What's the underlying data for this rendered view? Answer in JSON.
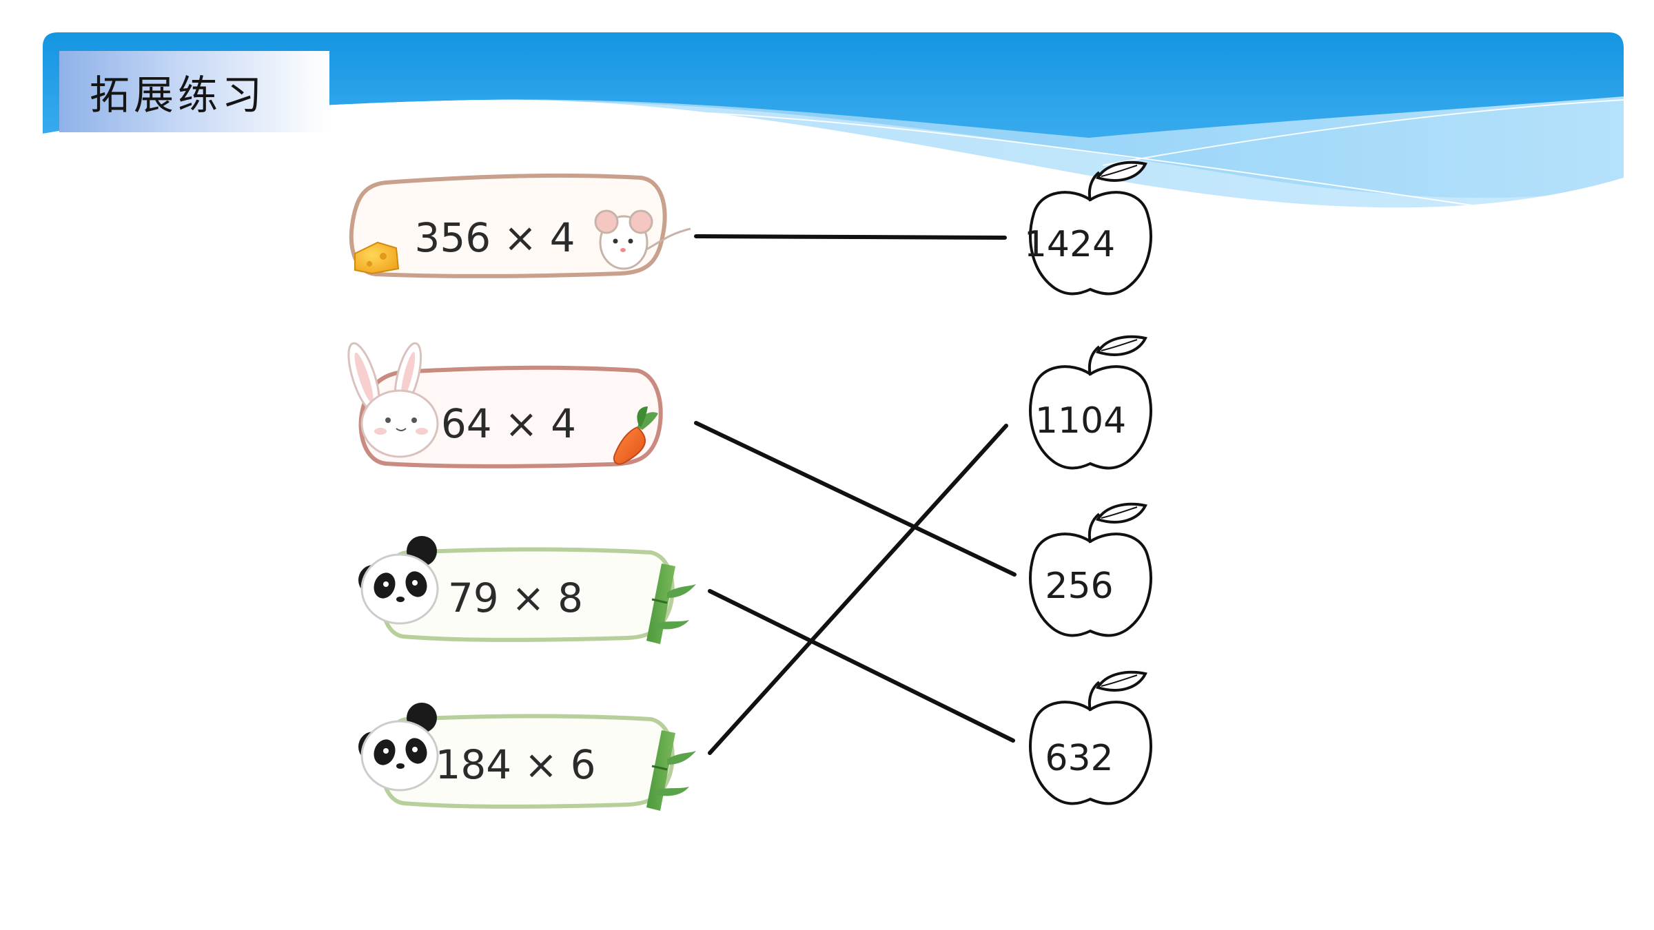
{
  "title": "拓展练习",
  "colors": {
    "header_blue": "#1a9be6",
    "header_light": "#8fd0f7",
    "match_line": "#111111",
    "mouse_banner_border": "#c9a08c",
    "rabbit_banner_border": "#c98a80",
    "bamboo_banner_border": "#b7cf9a"
  },
  "expressions": [
    {
      "label": "356 × 4",
      "decor": [
        "cheese-icon",
        "mouse-icon"
      ]
    },
    {
      "label": "64 × 4",
      "decor": [
        "rabbit-icon",
        "carrot-icon"
      ]
    },
    {
      "label": "79 × 8",
      "decor": [
        "panda-icon",
        "bamboo-icon"
      ]
    },
    {
      "label": "184 × 6",
      "decor": [
        "panda-icon",
        "bamboo-icon"
      ]
    }
  ],
  "answers": [
    {
      "label": "1424",
      "icon": "apple-icon"
    },
    {
      "label": "1104",
      "icon": "apple-icon"
    },
    {
      "label": "256",
      "icon": "apple-icon"
    },
    {
      "label": "632",
      "icon": "apple-icon"
    }
  ],
  "matches": [
    {
      "expression": "356 × 4",
      "answer": "1424"
    },
    {
      "expression": "64 × 4",
      "answer": "256"
    },
    {
      "expression": "79 × 8",
      "answer": "632"
    },
    {
      "expression": "184 × 6",
      "answer": "1104"
    }
  ]
}
